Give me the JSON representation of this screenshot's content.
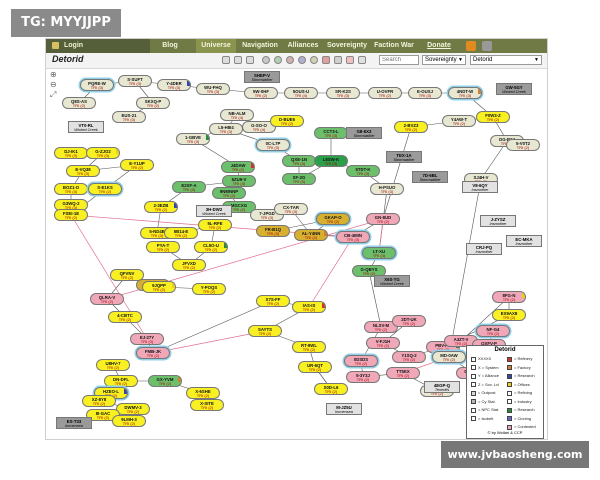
{
  "watermarks": {
    "top_left": "TG: MYYJJPP",
    "bottom_right": "www.jvbaosheng.com"
  },
  "nav": {
    "login": "Login",
    "items": [
      {
        "label": "Blog",
        "active": false
      },
      {
        "label": "Universe",
        "active": true
      },
      {
        "label": "Navigation",
        "active": false
      },
      {
        "label": "Alliances",
        "active": false
      },
      {
        "label": "Sovereignty",
        "active": false
      },
      {
        "label": "Faction War",
        "active": false
      },
      {
        "label": "Donate",
        "active": false
      }
    ]
  },
  "toolbar": {
    "title": "Detorid",
    "search_placeholder": "Search",
    "mode_select": "Sovereignty",
    "region_select": "Detorid"
  },
  "systems": [
    {
      "name": "PQRE-W",
      "sov": "TRI (3)",
      "c": "g"
    },
    {
      "name": "S-SUFT",
      "sov": "TRI (3)",
      "c": "g"
    },
    {
      "name": "Y-4DER",
      "sov": "TRI (3)",
      "c": "g"
    },
    {
      "name": "WU-FHQ",
      "sov": "TRI (3)",
      "c": "g"
    },
    {
      "name": "5W-0HF",
      "sov": "TRI (2)",
      "c": "g"
    },
    {
      "name": "5OUS-U",
      "sov": "TRI (4)",
      "c": "g"
    },
    {
      "name": "SR-K2S",
      "sov": "TRI (3)",
      "c": "g"
    },
    {
      "name": "U-OVFR",
      "sov": "TRI (2)",
      "c": "g"
    },
    {
      "name": "E-OUSJ",
      "sov": "TRI (3)",
      "c": "g"
    },
    {
      "name": "4NDT-W",
      "sov": "TRI (3)",
      "c": "g"
    },
    {
      "name": "Q8S-AS",
      "sov": "TRI (2)",
      "c": "g"
    },
    {
      "name": "SKXQ-P",
      "sov": "TRI (2)",
      "c": "g"
    },
    {
      "name": "EUS-21",
      "sov": "TRI (3)",
      "c": "g"
    },
    {
      "name": "NB-ALM",
      "sov": "TRI (4)",
      "c": "g"
    },
    {
      "name": "G-SO-O",
      "sov": "TRI (4)",
      "c": "g"
    },
    {
      "name": "D-BUE6",
      "sov": "TRI (2)",
      "c": "y"
    },
    {
      "name": "1-GBVE",
      "sov": "TRI (3)",
      "c": "g"
    },
    {
      "name": "L5-H8I4",
      "sov": "TRI (3)",
      "c": "g"
    },
    {
      "name": "0C-L7P",
      "sov": "TRI (3)",
      "c": "g"
    },
    {
      "name": "CCT3-L",
      "sov": "TRI (3)",
      "c": "gr"
    },
    {
      "name": "2-BVZ3",
      "sov": "TRI (2)",
      "c": "y"
    },
    {
      "name": "Y4AW-T",
      "sov": "TRI (2)",
      "c": "g"
    },
    {
      "name": "DJ-IK1",
      "sov": "TRI (3)",
      "c": "y"
    },
    {
      "name": "G-ZJO2",
      "sov": "TRI (3)",
      "c": "y"
    },
    {
      "name": "E-Y1UP",
      "sov": "TRI (2)",
      "c": "y"
    },
    {
      "name": "E-VQ38",
      "sov": "TRI (3)",
      "c": "y"
    },
    {
      "name": "BOZ1-O",
      "sov": "TRI (3)",
      "c": "y"
    },
    {
      "name": "S-E1KS",
      "sov": "TRI (2)",
      "c": "y"
    },
    {
      "name": "G3WQ-2",
      "sov": "TRI (3)",
      "c": "y"
    },
    {
      "name": "FSEI-1E",
      "sov": "TRI (2)",
      "c": "y"
    },
    {
      "name": "J4DAW",
      "sov": "TRI (2)",
      "c": "gr"
    },
    {
      "name": "6ZU9-V",
      "sov": "TRI (3)",
      "c": "gr"
    },
    {
      "name": "QXE-1N",
      "sov": "TRI (3)",
      "c": "gr"
    },
    {
      "name": "SF-2G",
      "sov": "TRI (3)",
      "c": "gr"
    },
    {
      "name": "L8SW-K",
      "sov": "TRI (3)",
      "c": "dg"
    },
    {
      "name": "5TDT-K",
      "sov": "TRI (3)",
      "c": "gr"
    },
    {
      "name": "GKAP-O",
      "sov": "TRI (2)",
      "c": "o"
    },
    {
      "name": "2-3EZB",
      "sov": "TRI (2)",
      "c": "y"
    },
    {
      "name": "E2XF-A",
      "sov": "TRI (3)",
      "c": "gr"
    },
    {
      "name": "9NMNNP",
      "sov": "TRI (2)",
      "c": "gr"
    },
    {
      "name": "MGCXG",
      "sov": "TRI (2)",
      "c": "gr"
    },
    {
      "name": "FR-B1Q",
      "sov": "TRI (3)",
      "c": "o"
    },
    {
      "name": "7-JPGD",
      "sov": "TRI (3)",
      "c": "g"
    },
    {
      "name": "CX-TAR",
      "sov": "TRI (3)",
      "c": "g"
    },
    {
      "name": "AL-Y4NN",
      "sov": "TRI (2)",
      "c": "o"
    },
    {
      "name": "CB-4IMN",
      "sov": "TRI (3)",
      "c": "p"
    },
    {
      "name": "GN-8UD",
      "sov": "TRI (2)",
      "c": "p"
    },
    {
      "name": "5-ND4E",
      "sov": "TRI (3)",
      "c": "y"
    },
    {
      "name": "5B14-E",
      "sov": "TRI (2)",
      "c": "y"
    },
    {
      "name": "5L-RFE",
      "sov": "TRI (2)",
      "c": "y"
    },
    {
      "name": "PYA-T",
      "sov": "TRI (2)",
      "c": "y"
    },
    {
      "name": "CL5O-U",
      "sov": "TRI (2)",
      "c": "y"
    },
    {
      "name": "JFVXD",
      "sov": "TRI (2)",
      "c": "y"
    },
    {
      "name": "E-AHDN",
      "sov": "TRI (2)",
      "c": "o"
    },
    {
      "name": "LT-XU",
      "sov": "TRI (4)",
      "c": "gr"
    },
    {
      "name": "H-PSUO",
      "sov": "TRI (3)",
      "c": "g"
    },
    {
      "name": "G-QBYS",
      "sov": "TRI (2)",
      "c": "gr"
    },
    {
      "name": "QFVNV",
      "sov": "TRI (2)",
      "c": "y"
    },
    {
      "name": "9JQPP",
      "sov": "TRI (2)",
      "c": "y"
    },
    {
      "name": "Y-POQS",
      "sov": "TRI (2)",
      "c": "y"
    },
    {
      "name": "QLRA-V",
      "sov": "TRI (2)",
      "c": "p"
    },
    {
      "name": "4-CBTC",
      "sov": "TRI (2)",
      "c": "y"
    },
    {
      "name": "EJ-27Y",
      "sov": "TRI (3)",
      "c": "p"
    },
    {
      "name": "FMB-JK",
      "sov": "TRI (2)",
      "c": "p"
    },
    {
      "name": "X7S-FF",
      "sov": "TRI (2)",
      "c": "y"
    },
    {
      "name": "IAS-IS",
      "sov": "TRI (2)",
      "c": "y"
    },
    {
      "name": "SAYTS",
      "sov": "TRI (2)",
      "c": "y"
    },
    {
      "name": "RT-9WL",
      "sov": "TRI (2)",
      "c": "y"
    },
    {
      "name": "UR-6QT",
      "sov": "TRI (2)",
      "c": "y"
    },
    {
      "name": "S0D-L6",
      "sov": "TRI (2)",
      "c": "y"
    },
    {
      "name": "U8HV-7",
      "sov": "TRI (2)",
      "c": "y"
    },
    {
      "name": "DN-DFL",
      "sov": "TRI (2)",
      "c": "y"
    },
    {
      "name": "HZEO-L",
      "sov": "TRI (2)",
      "c": "y"
    },
    {
      "name": "X-6SHE",
      "sov": "TRI (2)",
      "c": "y"
    },
    {
      "name": "XZ-8Y8",
      "sov": "TRI (2)",
      "c": "y"
    },
    {
      "name": "DWMV-3",
      "sov": "TRI (2)",
      "c": "y"
    },
    {
      "name": "8I-GAC",
      "sov": "TRI (2)",
      "c": "y"
    },
    {
      "name": "9LMH-3",
      "sov": "TRI (2)",
      "c": "y"
    },
    {
      "name": "X-SITE",
      "sov": "TRI (2)",
      "c": "y"
    },
    {
      "name": "GX-YVM",
      "sov": "TRI (2)",
      "c": "gr"
    },
    {
      "name": "NLSV-M",
      "sov": "TRI (2)",
      "c": "p"
    },
    {
      "name": "0DSDS",
      "sov": "TRI (2)",
      "c": "p"
    },
    {
      "name": "5-3Y3J",
      "sov": "TRI (2)",
      "c": "p"
    },
    {
      "name": "2DT-UK",
      "sov": "TRI (2)",
      "c": "p"
    },
    {
      "name": "V-FJ1H",
      "sov": "TRI (2)",
      "c": "p"
    },
    {
      "name": "Y1SQ-2",
      "sov": "TRI (2)",
      "c": "p"
    },
    {
      "name": "PBV-FV",
      "sov": "TRI (2)",
      "c": "p"
    },
    {
      "name": "A3ZT-V",
      "sov": "TRI (2)",
      "c": "p"
    },
    {
      "name": "TT5EX",
      "sov": "TRI (2)",
      "c": "p"
    },
    {
      "name": "4KDF-0",
      "sov": "TRI (2)",
      "c": "g"
    },
    {
      "name": "NF-G4",
      "sov": "TRI (2)",
      "c": "p"
    },
    {
      "name": "QXFV-P",
      "sov": "TRI (2)",
      "c": "p"
    },
    {
      "name": "SFD8-1",
      "sov": "TRI (2)",
      "c": "p"
    },
    {
      "name": "8FG-N",
      "sov": "TRI (2)",
      "c": "p"
    },
    {
      "name": "EX9AX8",
      "sov": "TRI (2)",
      "c": "y"
    },
    {
      "name": "F0W3-Z",
      "sov": "TRI (2)",
      "c": "y"
    },
    {
      "name": "DG-B2J",
      "sov": "TRI (3)",
      "c": "g"
    },
    {
      "name": "5-V0T2",
      "sov": "TRI (2)",
      "c": "g"
    },
    {
      "name": "SJ4H-V",
      "sov": "TRI (2)",
      "c": "g"
    },
    {
      "name": "MD-0AW",
      "sov": "TRI (2)",
      "c": "g"
    },
    {
      "name": "D-CNOK",
      "sov": "TRI (2)",
      "c": "p"
    },
    {
      "name": "MK-N3E",
      "sov": "TRI (2)",
      "c": "p"
    }
  ],
  "boxes": [
    {
      "name": "SHEP-V",
      "sub": "Stormwalker",
      "shade": "dark"
    },
    {
      "name": "GW-5GY",
      "sub": "Wicked Creek",
      "shade": "dark"
    },
    {
      "name": "VT0-RL",
      "sub": "Wicked Creek",
      "shade": "light"
    },
    {
      "name": "G8-6X3",
      "sub": "Stormwalker",
      "shade": "dark"
    },
    {
      "name": "TEX-1A",
      "sub": "Stormwalker",
      "shade": "dark"
    },
    {
      "name": "7D-6BL",
      "sub": "Stormwalker",
      "shade": "dark"
    },
    {
      "name": "V8-6QY",
      "sub": "Insmother",
      "shade": "light"
    },
    {
      "name": "3H-DW2",
      "sub": "Wicked Creek",
      "shade": "light"
    },
    {
      "name": "J-ZYSZ",
      "sub": "Insmother",
      "shade": "light"
    },
    {
      "name": "EC-MKA",
      "sub": "Insmother",
      "shade": "light"
    },
    {
      "name": "CRJ-PQ",
      "sub": "Insmother",
      "shade": "light"
    },
    {
      "name": "X6S-TG",
      "sub": "Wicked Creek",
      "shade": "dark"
    },
    {
      "name": "ES-T33",
      "sub": "Immensea",
      "shade": "dark"
    },
    {
      "name": "M-JZ5U",
      "sub": "Immensea",
      "shade": "light"
    },
    {
      "name": "4EGP-Q",
      "sub": "Tenerifis",
      "shade": "light"
    }
  ],
  "legend": {
    "title": "Detorid",
    "items": [
      {
        "label": "XXXXX",
        "color": "#ffffff"
      },
      {
        "label": "X = System",
        "color": "#ffffff"
      },
      {
        "label": "Y = Alliance",
        "color": "#ffffff"
      },
      {
        "label": "Z = Sov. Lvl",
        "color": "#ffffff"
      },
      {
        "label": "= Outpost",
        "color": "#d8d8d8"
      },
      {
        "label": "= Cy Stat.",
        "color": "#b8b8b8"
      },
      {
        "label": "= NPC Stat.",
        "color": "#ffffff"
      },
      {
        "label": "= Isobelt",
        "color": "#ffffff"
      },
      {
        "label": "= Refinery",
        "color": "#cc3333"
      },
      {
        "label": "= Factory",
        "color": "#d08030"
      },
      {
        "label": "= Research",
        "color": "#3344aa"
      },
      {
        "label": "= Offices",
        "color": "#e8d020"
      },
      {
        "label": "= Refining",
        "color": "#ffffff"
      },
      {
        "label": "= Industry",
        "color": "#ffffff"
      },
      {
        "label": "= Research",
        "color": "#2a8a3a"
      },
      {
        "label": "= Cloning",
        "color": "#6666cc"
      },
      {
        "label": "= Contested",
        "color": "#f0a8b8"
      }
    ],
    "credit": "© by Wollari & CCP"
  }
}
